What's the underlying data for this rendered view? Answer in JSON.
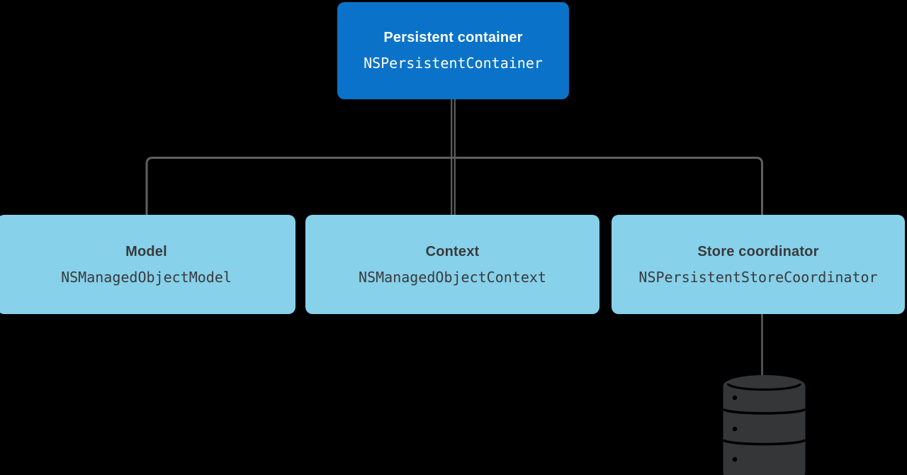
{
  "colors": {
    "background": "#000000",
    "primary_box": "#0a73c9",
    "secondary_box": "#87d1ea",
    "primary_text": "#ffffff",
    "secondary_text": "#3a3a3c",
    "connector_line": "#5e5f61",
    "database_icon": "#343638"
  },
  "nodes": {
    "persistent_container": {
      "title": "Persistent container",
      "code": "NSPersistentContainer"
    },
    "model": {
      "title": "Model",
      "code": "NSManagedObjectModel"
    },
    "context": {
      "title": "Context",
      "code": "NSManagedObjectContext"
    },
    "store_coordinator": {
      "title": "Store coordinator",
      "code": "NSPersistentStoreCoordinator"
    }
  },
  "icons": {
    "database": "database-icon"
  }
}
